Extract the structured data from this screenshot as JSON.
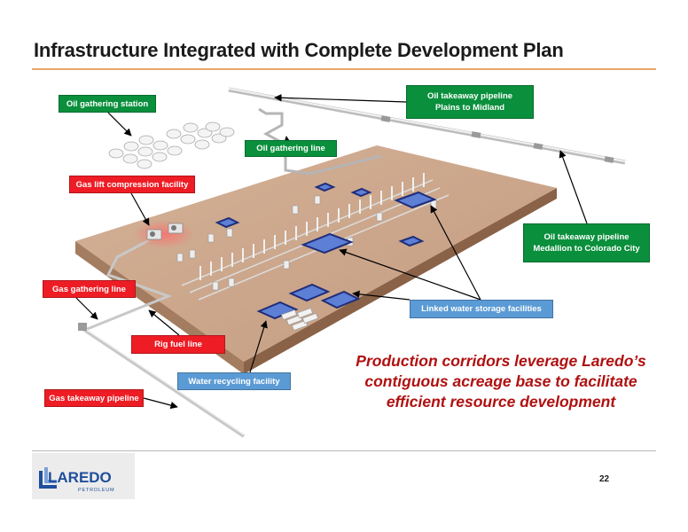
{
  "title": "Infrastructure Integrated with Complete Development Plan",
  "labels": {
    "oil_gathering_station": "Oil gathering station",
    "oil_takeaway_plains_line1": "Oil takeaway pipeline",
    "oil_takeaway_plains_line2": "Plains to Midland",
    "oil_gathering_line": "Oil gathering line",
    "gas_lift": "Gas lift compression facility",
    "oil_takeaway_medallion_line1": "Oil takeaway pipeline",
    "oil_takeaway_medallion_line2": "Medallion to Colorado City",
    "gas_gathering_line": "Gas gathering line",
    "linked_water": "Linked water storage facilities",
    "rig_fuel_line": "Rig fuel line",
    "water_recycling": "Water recycling facility",
    "gas_takeaway": "Gas takeaway pipeline"
  },
  "callout": {
    "line1": "Production corridors leverage Laredo’s",
    "line2": "contiguous acreage base to facilitate",
    "line3": "efficient resource development"
  },
  "footer": {
    "logo_name": "LAREDO",
    "logo_sub": "PETROLEUM",
    "page_number": "22"
  },
  "colors": {
    "green_label": "#0a8f3c",
    "red_label": "#ee1c24",
    "blue_label": "#5b9bd5",
    "callout_text": "#b01010",
    "title_rule": "#e8a86a",
    "logo_blue": "#1f4e9c",
    "ground": "#c9a487"
  }
}
